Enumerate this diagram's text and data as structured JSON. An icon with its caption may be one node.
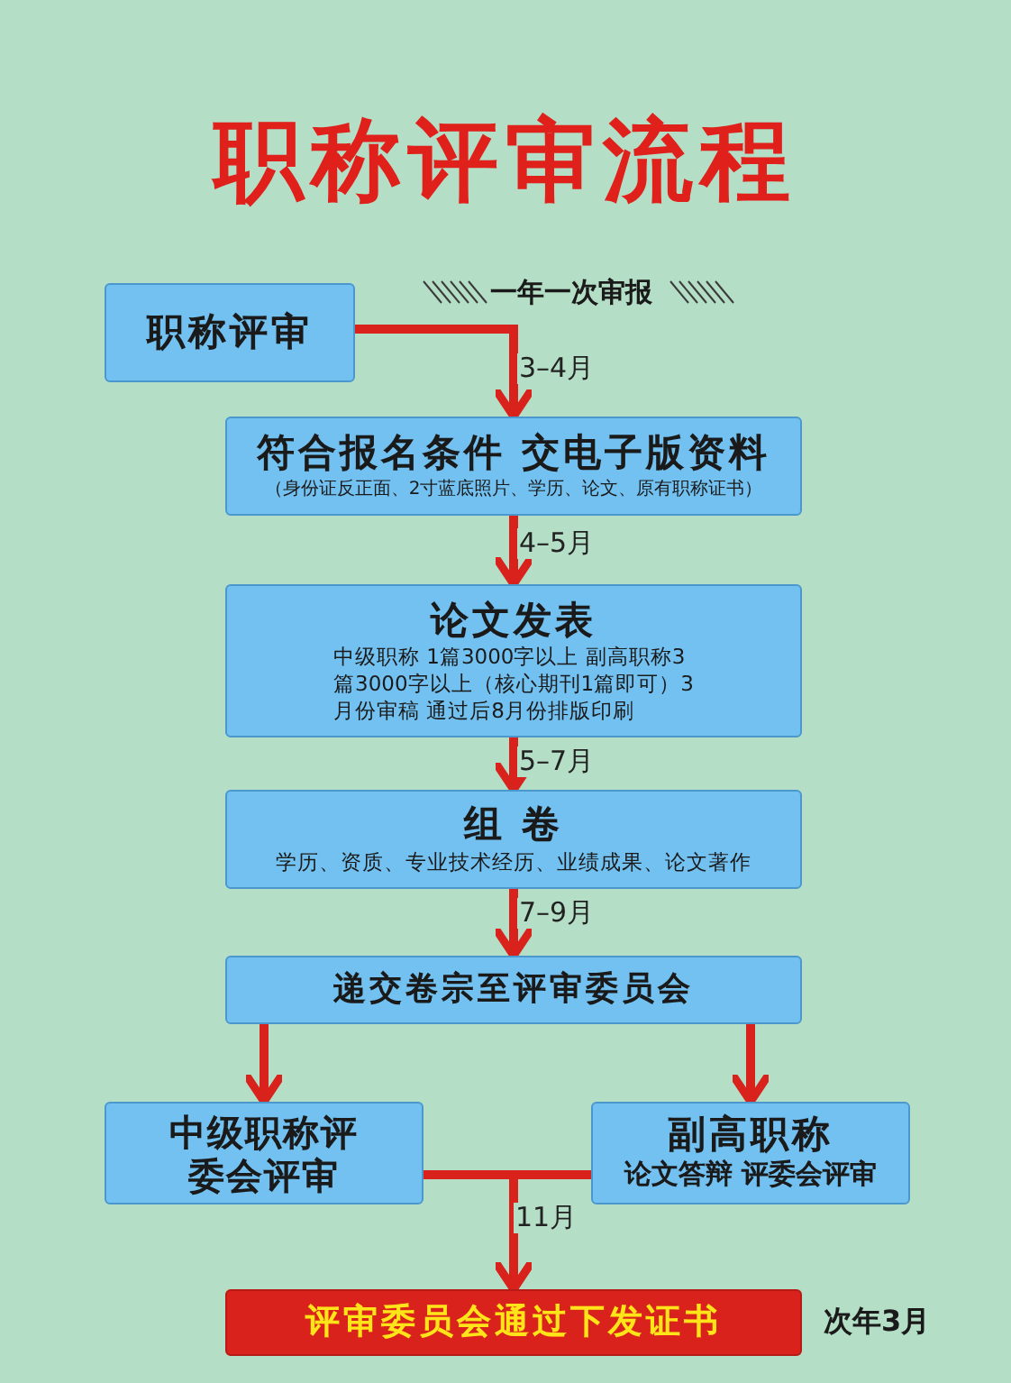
{
  "diagram": {
    "title": "职称评审流程",
    "nodes": [
      {
        "text": [
          "职称评审"
        ]
      },
      {
        "text": [
          "符合报名条件 交电子版资料",
          "（身份证反正面、2寸蓝底照片、学历、论文、原有职称证书）"
        ]
      },
      {
        "text": [
          "论文发表",
          "中级职称 1篇3000字以上 副高职称3篇3000字以上（核心期刊1篇即可）3月份审稿 通过后8月份排版印刷"
        ]
      },
      {
        "text": [
          "组 卷",
          "学历、资质、专业技术经历、业绩成果、论文著作"
        ]
      },
      {
        "text": [
          "递交卷宗至评审委员会"
        ]
      },
      {
        "text": [
          "中级职称评委会评审"
        ]
      },
      {
        "text": [
          "副高职称",
          "论文答辩 评委会评审"
        ]
      },
      {
        "text": [
          "评审委员会通过下发证书"
        ],
        "beside": [
          "次年3月"
        ]
      }
    ],
    "edges": [
      {
        "from": 0,
        "to": 1,
        "arrow": "to",
        "label": "3–4月"
      },
      {
        "from": 1,
        "to": 2,
        "arrow": "to",
        "label": "4–5月"
      },
      {
        "from": 2,
        "to": 3,
        "arrow": "to",
        "label": "5–7月"
      },
      {
        "from": 3,
        "to": 4,
        "arrow": "to",
        "label": "7–9月"
      },
      {
        "from": 4,
        "to": 5,
        "arrow": "to"
      },
      {
        "from": 4,
        "to": 6,
        "arrow": "to"
      },
      {
        "from": 5,
        "to": 7,
        "arrow": "to",
        "label": "11月"
      },
      {
        "from": 6,
        "to": 7,
        "arrow": "to"
      }
    ],
    "labels": [
      "一年一次审报"
    ]
  }
}
